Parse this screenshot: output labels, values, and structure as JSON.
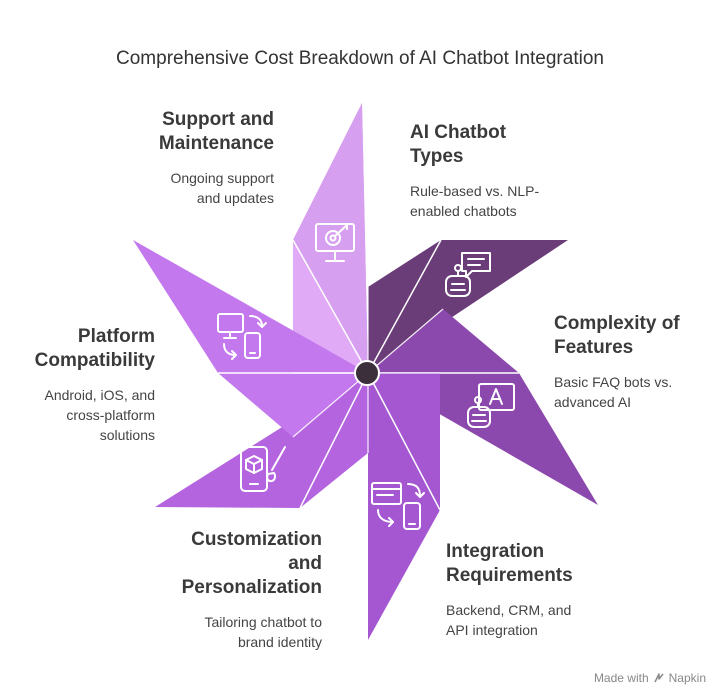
{
  "title": "Comprehensive Cost Breakdown of AI Chatbot Integration",
  "segments": [
    {
      "heading": "Support and Maintenance",
      "description": "Ongoing support and updates",
      "icon": "monitor-target-icon",
      "color": "#e0aaf6"
    },
    {
      "heading": "AI Chatbot Types",
      "description": "Rule-based vs. NLP-enabled chatbots",
      "icon": "robot-chat-icon",
      "color": "#6a3c78"
    },
    {
      "heading": "Complexity of Features",
      "description": "Basic FAQ bots vs. advanced AI",
      "icon": "robot-text-icon",
      "color": "#8c49ad"
    },
    {
      "heading": "Integration Requirements",
      "description": "Backend, CRM, and API integration",
      "icon": "browser-phone-sync-icon",
      "color": "#a557d2"
    },
    {
      "heading": "Customization and Personalization",
      "description": "Tailoring chatbot to brand identity",
      "icon": "phone-cube-brush-icon",
      "color": "#b564e0"
    },
    {
      "heading": "Platform Compatibility",
      "description": "Android, iOS, and cross-platform solutions",
      "icon": "desktop-phone-sync-icon",
      "color": "#c478ee"
    }
  ],
  "footer": {
    "text": "Made with",
    "brand": "Napkin"
  }
}
